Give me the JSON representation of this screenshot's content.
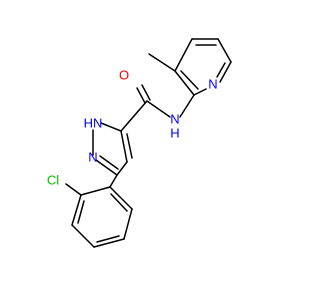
{
  "molecule": {
    "colors": {
      "bond": "#000000",
      "carbon": "#000000",
      "nitrogen": "#0000ff",
      "oxygen": "#ff0000",
      "chlorine": "#00c000"
    },
    "labels": {
      "oxygen": "O",
      "amide_nh": "N",
      "amide_h": "H",
      "pyridine_n": "N",
      "pyrazole_nh": "HN",
      "pyrazole_n": "N",
      "chlorine": "Cl"
    }
  }
}
